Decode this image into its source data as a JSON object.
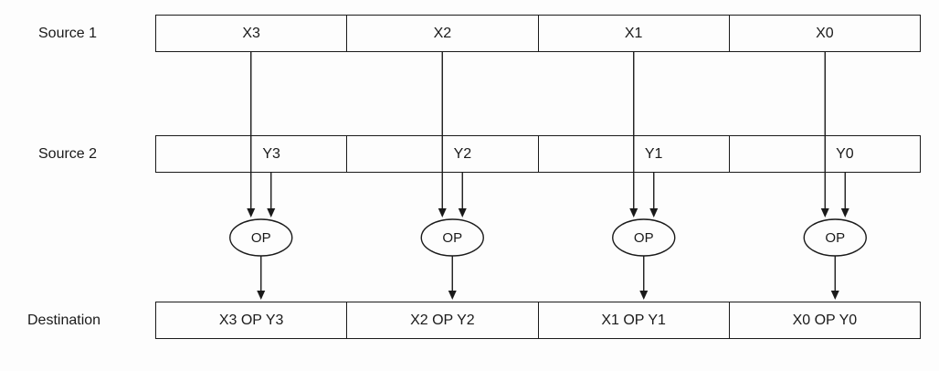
{
  "diagram": {
    "rows": {
      "source1": {
        "label": "Source 1",
        "cells": [
          "X3",
          "X2",
          "X1",
          "X0"
        ]
      },
      "source2": {
        "label": "Source 2",
        "cells": [
          "Y3",
          "Y2",
          "Y1",
          "Y0"
        ]
      },
      "destination": {
        "label": "Destination",
        "cells": [
          "X3 OP Y3",
          "X2 OP Y2",
          "X1 OP Y1",
          "X0 OP Y0"
        ]
      }
    },
    "operators": [
      "OP",
      "OP",
      "OP",
      "OP"
    ],
    "colors": {
      "line": "#1a1a1a",
      "background": "#fdfdfd",
      "text": "#1a1a1a"
    }
  }
}
